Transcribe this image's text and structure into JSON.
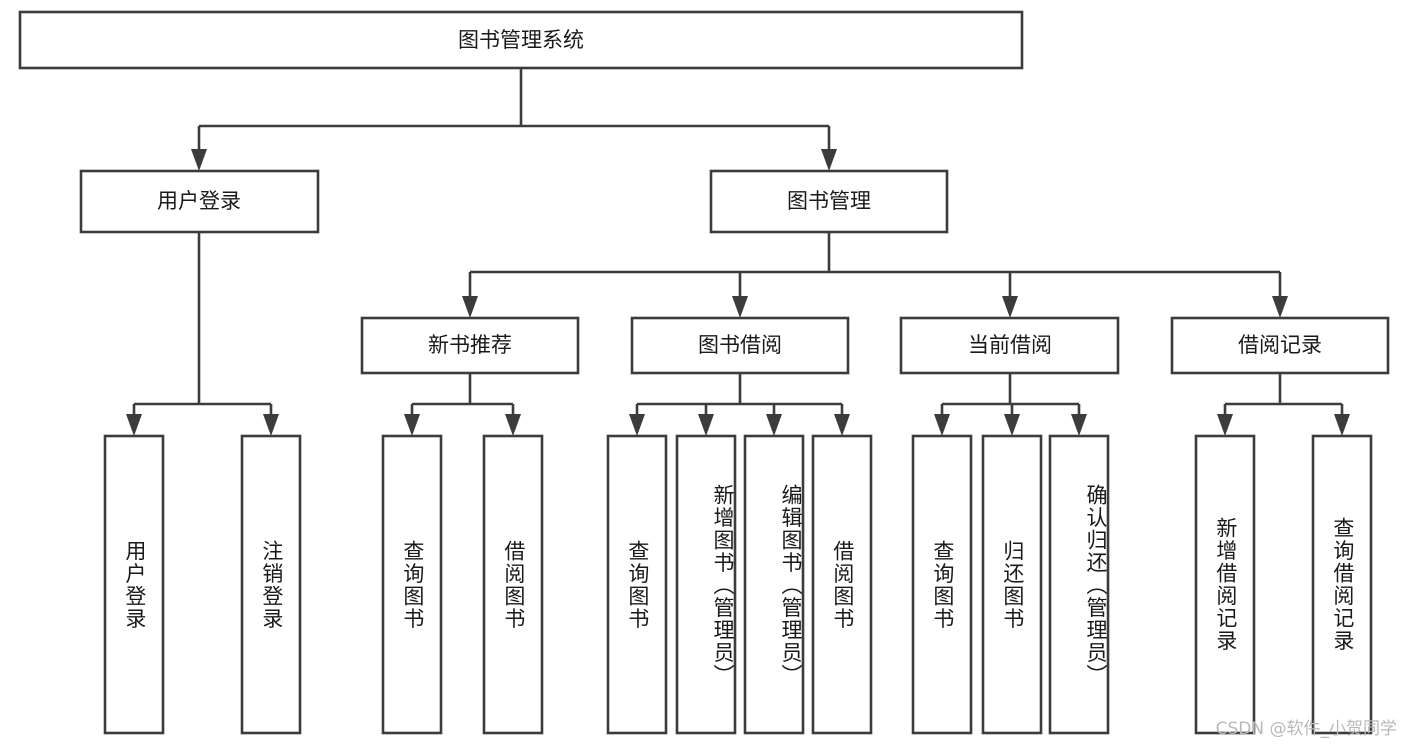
{
  "diagram": {
    "title": "图书管理系统",
    "type": "hierarchy-tree",
    "watermark": "CSDN @软件_小贺同学",
    "colors": {
      "box_stroke": "#3c3c3c",
      "box_fill": "#ffffff",
      "text": "#1a1a1a",
      "background": "#ffffff",
      "watermark_text": "#b9b9b9"
    },
    "root": {
      "label": "图书管理系统"
    },
    "level2": [
      {
        "label": "用户登录"
      },
      {
        "label": "图书管理"
      }
    ],
    "level3": [
      {
        "label": "新书推荐"
      },
      {
        "label": "图书借阅"
      },
      {
        "label": "当前借阅"
      },
      {
        "label": "借阅记录"
      }
    ],
    "leaves": {
      "user_login": [
        {
          "label": "用户登录"
        },
        {
          "label": "注销登录"
        }
      ],
      "new_book_recommend": [
        {
          "label": "查询图书"
        },
        {
          "label": "借阅图书"
        }
      ],
      "book_borrow": [
        {
          "label": "查询图书"
        },
        {
          "label": "新增图书（管理员）"
        },
        {
          "label": "编辑图书（管理员）"
        },
        {
          "label": "借阅图书"
        }
      ],
      "current_borrow": [
        {
          "label": "查询图书"
        },
        {
          "label": "归还图书"
        },
        {
          "label": "确认归还（管理员）"
        }
      ],
      "borrow_record": [
        {
          "label": "新增借阅记录"
        },
        {
          "label": "查询借阅记录"
        }
      ]
    }
  }
}
